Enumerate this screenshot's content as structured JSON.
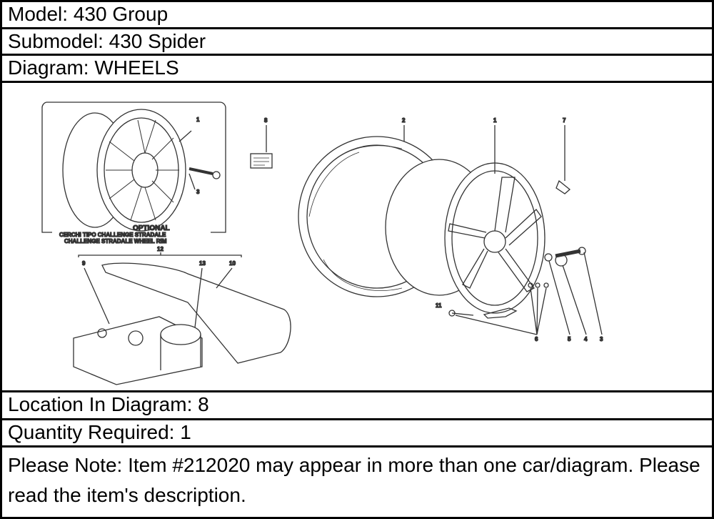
{
  "model": "Model: 430 Group",
  "submodel": "Submodel: 430 Spider",
  "diagram_name": "Diagram: WHEELS",
  "location": "Location In Diagram: 8",
  "quantity": "Quantity Required: 1",
  "note": "Please Note: Item #212020 may appear in more than one car/diagram. Please read the item's description.",
  "figure": {
    "optional_title": "OPTIONAL",
    "optional_line1": "CERCHI TIPO CHALLENGE STRADALE",
    "optional_line2": "CHALLENGE STRADALE WHEEL RIM",
    "callouts": [
      "1",
      "3",
      "12",
      "9",
      "13",
      "10",
      "8",
      "2",
      "1",
      "7",
      "11",
      "6",
      "5",
      "4",
      "3"
    ]
  }
}
